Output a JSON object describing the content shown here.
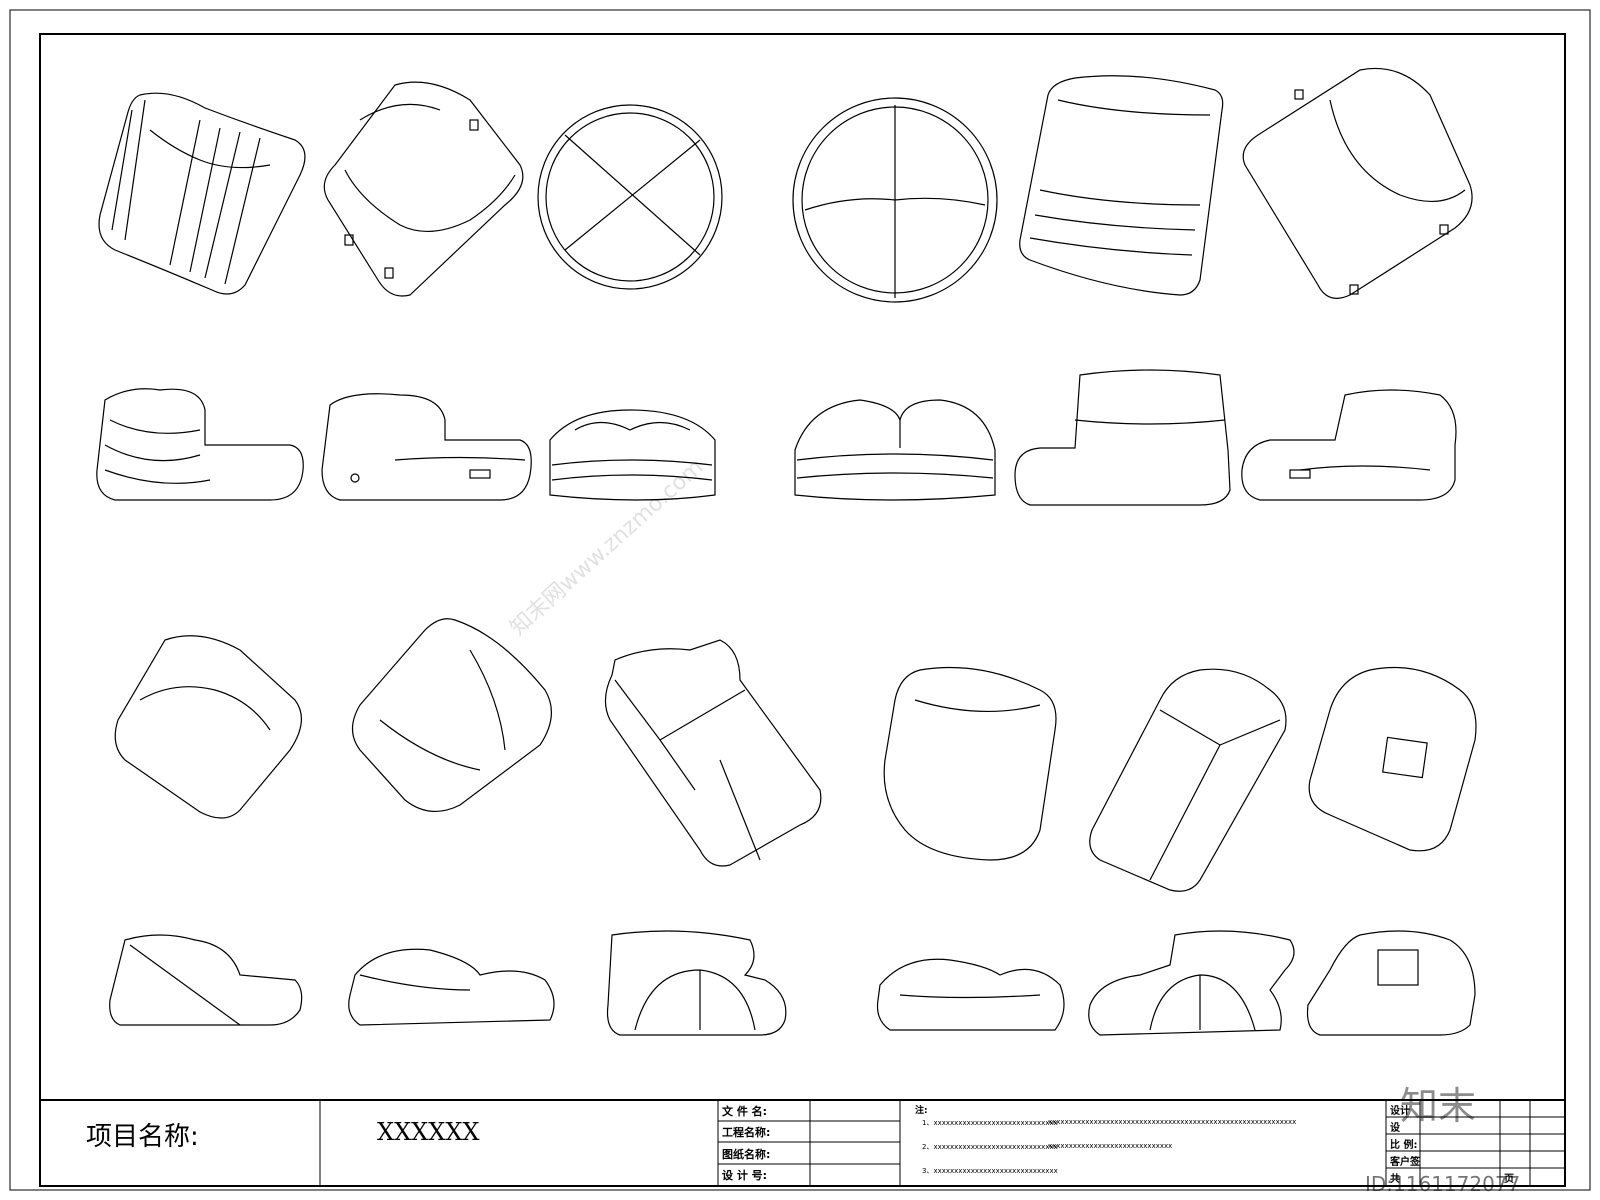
{
  "title_block": {
    "project_label": "项目名称:",
    "project_value": "XXXXXX",
    "fields": [
      "文 件 名:",
      "工程名称:",
      "图纸名称:",
      "设 计 号:"
    ],
    "notes_label": "注:",
    "notes": [
      "1、xxxxxxxxxxxxxxxxxxxxxxxxxxxxxx",
      "xxxxxxxxxxxxxxxxxxxxxxxxxxxxxx",
      "xxxxxxxxxxxxxxxxxxxxxxxxxxxxxx",
      "2、xxxxxxxxxxxxxxxxxxxxxxxxxxxxxx",
      "xxxxxxxxxxxxxxxxxxxxxxxxxxxxxx",
      "3、xxxxxxxxxxxxxxxxxxxxxxxxxxxxxx"
    ],
    "right_fields": [
      "设计",
      "设",
      "比 例:",
      "客户签",
      "共",
      "页"
    ]
  },
  "watermark": {
    "text": "知末网www.znzmo.com",
    "logo": "知末",
    "id_label": "ID:1161172077"
  },
  "drawing": {
    "subject": "bean bag lounge chair CAD views",
    "rows": 4,
    "views_per_row": 6
  }
}
